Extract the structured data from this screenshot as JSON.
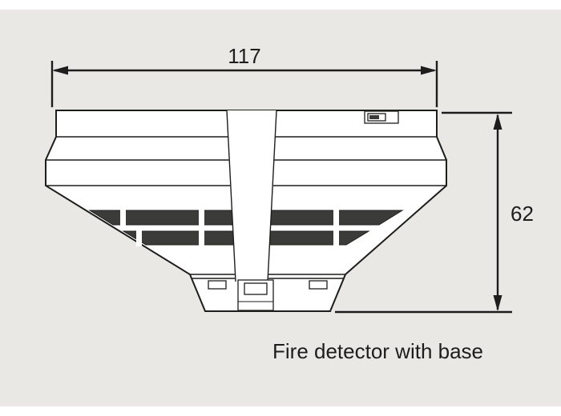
{
  "page": {
    "background_color": "#e9e8e5",
    "margin_color": "#ffffff"
  },
  "drawing": {
    "subject": "fire-detector-with-base",
    "line_color": "#1d1d1b",
    "body_fill": "#ffffff",
    "vent_fill": "#3b3b39"
  },
  "dimensions": {
    "width": {
      "label": "117"
    },
    "height": {
      "label": "62"
    }
  },
  "caption": {
    "text": "Fire detector with base"
  }
}
